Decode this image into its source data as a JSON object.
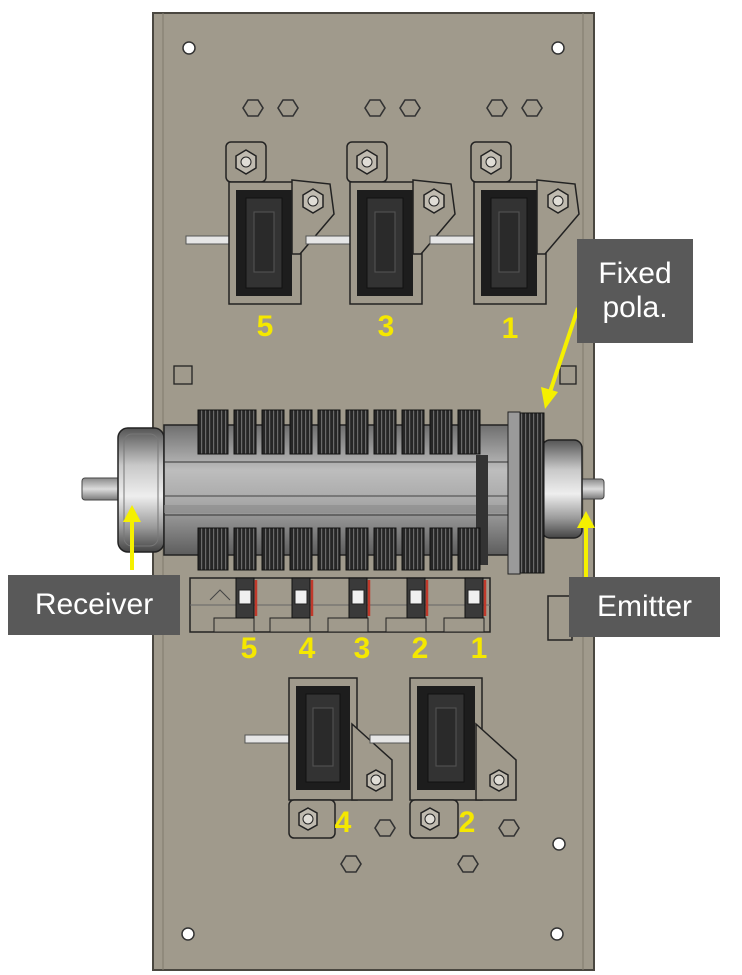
{
  "labels": {
    "fixed_pola": [
      "Fixed",
      "pola."
    ],
    "receiver": "Receiver",
    "emitter": "Emitter"
  },
  "numbers": {
    "top_modules": [
      "5",
      "3",
      "1"
    ],
    "shaft_slots": [
      "5",
      "4",
      "3",
      "2",
      "1"
    ],
    "bottom_modules": [
      "4",
      "2"
    ]
  },
  "colors": {
    "plate": "#a09a8c",
    "plate_edge": "#4a4740",
    "label_bg": "#595959",
    "label_text": "#ffffff",
    "numbers": "#f5e800",
    "arrows": "#f5f000",
    "dark_parts": "#2e2e2e"
  },
  "icons": {
    "arrow_receiver": "arrow-up",
    "arrow_emitter": "arrow-up",
    "arrow_fixed_pola": "arrow-down-left"
  }
}
